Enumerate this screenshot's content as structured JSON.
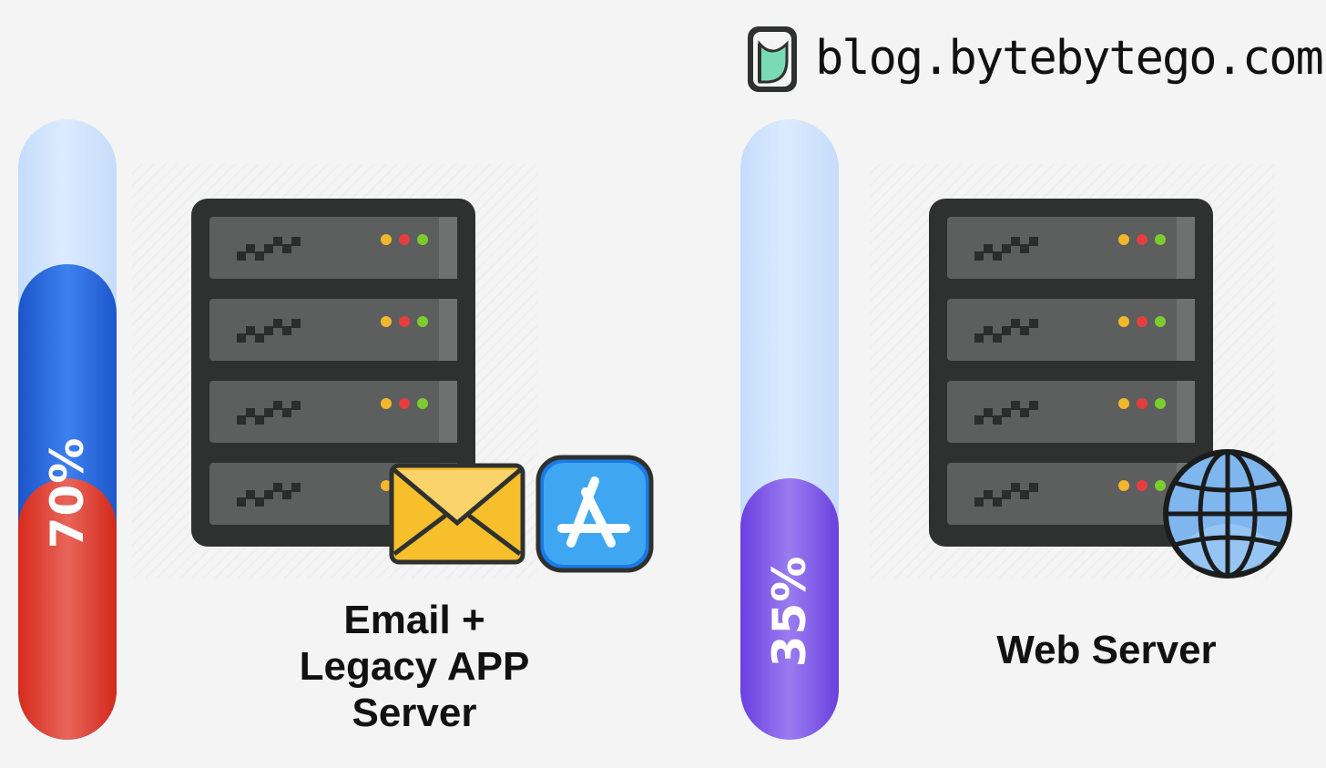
{
  "brand": {
    "logo_icon": "bytebytego-logo-icon",
    "text": "blog.bytebytego.com"
  },
  "servers": [
    {
      "id": "left",
      "caption_lines": [
        "Email +",
        "Legacy APP",
        "Server"
      ],
      "usage_label": "70%",
      "usage_value": 0.7,
      "gauge_color": "#e0483b",
      "badges": [
        "envelope-icon",
        "app-store-icon"
      ]
    },
    {
      "id": "right",
      "caption_lines": [
        "Web Server"
      ],
      "usage_label": "35%",
      "usage_value": 0.35,
      "gauge_color": "#8560e8",
      "badges": [
        "globe-icon"
      ]
    }
  ],
  "colors": {
    "server_frame": "#2f3130",
    "server_panel": "#5d5e5e",
    "led_yellow": "#f2b82c",
    "led_red": "#e53e3e",
    "led_green": "#7ccc2e"
  }
}
